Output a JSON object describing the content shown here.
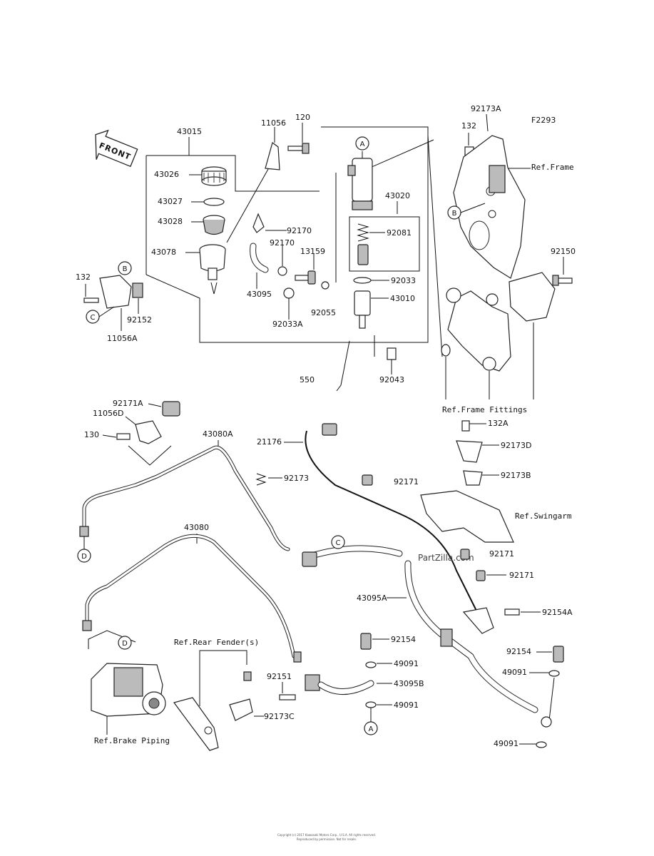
{
  "diagram_code": "F2293",
  "front_label": "FRONT",
  "watermark": "PartZilla.com",
  "copyright_line1": "Copyright (c) 2017 Kawasaki Motors Corp., U.S.A. All rights reserved.",
  "copyright_line2": "Reproduced by permission. Not for resale.",
  "parts": {
    "p43015": "43015",
    "p43026": "43026",
    "p43027": "43027",
    "p43028": "43028",
    "p43078": "43078",
    "p11056": "11056",
    "p120": "120",
    "p92170a": "92170",
    "p92170b": "92170",
    "p13159": "13159",
    "p43095": "43095",
    "p92033a": "92033A",
    "p43020": "43020",
    "p92081": "92081",
    "p92033": "92033",
    "p92055": "92055",
    "p43010": "43010",
    "p550": "550",
    "p92043": "92043",
    "p132_left": "132",
    "p92152": "92152",
    "p11056a": "11056A",
    "p92173a": "92173A",
    "p132_top": "132",
    "p92150": "92150",
    "p92171a": "92171A",
    "p11056d": "11056D",
    "p130": "130",
    "p43080a": "43080A",
    "p92173": "92173",
    "p21176": "21176",
    "p92171_a": "92171",
    "p92171_b": "92171",
    "p92171_c": "92171",
    "p132a": "132A",
    "p92173d": "92173D",
    "p92173b": "92173B",
    "p43080": "43080",
    "p43095a": "43095A",
    "p92154a": "92154A",
    "p92154_mid": "92154",
    "p49091_mid_a": "49091",
    "p92151": "92151",
    "p43095b": "43095B",
    "p49091_mid_b": "49091",
    "p92154_right": "92154",
    "p49091_right_a": "49091",
    "p49091_right_b": "49091",
    "p92173c": "92173C"
  },
  "refs": {
    "frame": "Ref.Frame",
    "frame_fittings": "Ref.Frame Fittings",
    "swingarm": "Ref.Swingarm",
    "rear_fender": "Ref.Rear Fender(s)",
    "brake_piping": "Ref.Brake Piping"
  },
  "markers": {
    "a1": "A",
    "a2": "A",
    "b1": "B",
    "b2": "B",
    "c1": "C",
    "c2": "C",
    "d1": "D",
    "d2": "D"
  }
}
